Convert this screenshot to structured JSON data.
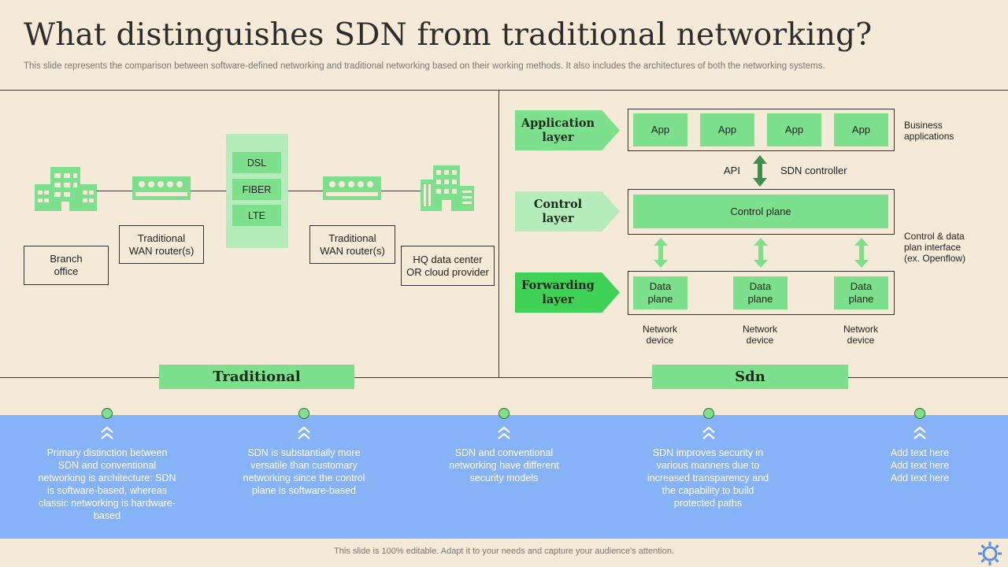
{
  "header": {
    "title": "What distinguishes SDN from traditional networking?",
    "subtitle": "This slide represents the comparison between software-defined networking and traditional networking based on their working methods. It also includes the architectures of both the networking systems."
  },
  "traditional": {
    "panel_label": "Traditional",
    "branch_office": "Branch\noffice",
    "wan_router_left": "Traditional\nWAN router(s)",
    "wan_router_right": "Traditional\nWAN router(s)",
    "hq": "HQ data center\nOR cloud provider",
    "links": [
      "DSL",
      "FIBER",
      "LTE"
    ]
  },
  "sdn": {
    "panel_label": "Sdn",
    "layers": {
      "application": "Application\nlayer",
      "control": "Control\nlayer",
      "forwarding": "Forwarding\nlayer"
    },
    "apps": [
      "App",
      "App",
      "App",
      "App"
    ],
    "business_apps": "Business\napplications",
    "api": "API",
    "sdn_controller": "SDN controller",
    "control_plane": "Control plane",
    "interface_note": "Control & data\nplan interface\n(ex. Openflow)",
    "data_planes": [
      "Data\nplane",
      "Data\nplane",
      "Data\nplane"
    ],
    "network_devices": [
      "Network\ndevice",
      "Network\ndevice",
      "Network\ndevice"
    ]
  },
  "points": [
    "Primary distinction between SDN and conventional networking is architecture: SDN is software-based, whereas classic networking is hardware-based",
    "SDN is substantially more versatile than customary networking since the control plane is software-based",
    "SDN and conventional networking have different security models",
    "SDN improves security in various manners due to increased transparency and the capability to build protected paths",
    "Add text here\nAdd text here\nAdd text here"
  ],
  "footer": "This slide is 100% editable.  Adapt it to your needs and capture your audience's attention.",
  "colors": {
    "background": "#f4ead7",
    "green": "#7ce08c",
    "light_green": "#b5ecbc",
    "bright_green": "#3ed257",
    "band_blue": "#86b3f7"
  },
  "icons": [
    "building-icon",
    "router-icon",
    "arrow-icon",
    "chevron-up-icon",
    "gear-icon"
  ]
}
